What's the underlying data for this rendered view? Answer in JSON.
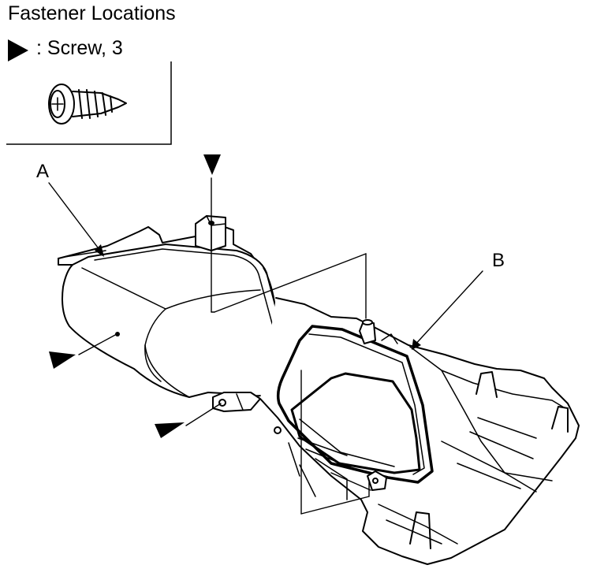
{
  "title": "Fastener Locations",
  "legend": {
    "label": ": Screw, 3",
    "icon": "triangle-marker-icon",
    "fastener_icon": "screw-icon"
  },
  "callouts": {
    "a": "A",
    "b": "B"
  }
}
